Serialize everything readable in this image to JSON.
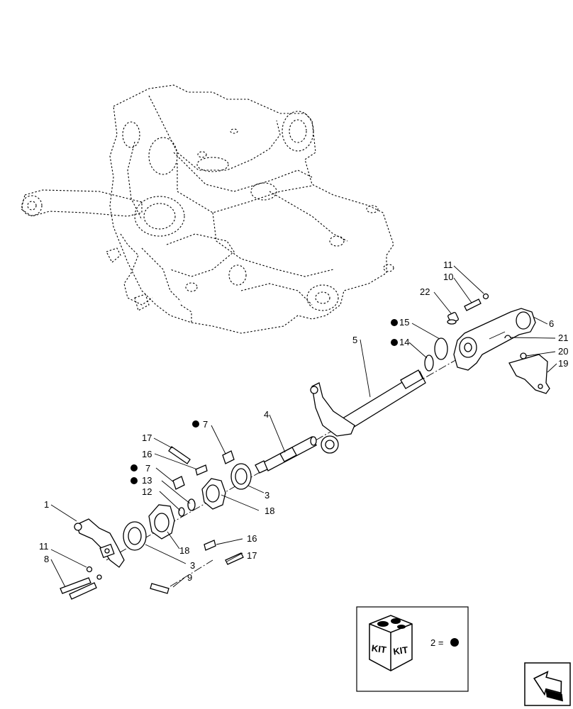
{
  "labels": [
    {
      "id": "p1",
      "text": "1"
    },
    {
      "id": "p3a",
      "text": "3"
    },
    {
      "id": "p3b",
      "text": "3"
    },
    {
      "id": "p4",
      "text": "4"
    },
    {
      "id": "p5",
      "text": "5"
    },
    {
      "id": "p6",
      "text": "6"
    },
    {
      "id": "p7a",
      "text": "7"
    },
    {
      "id": "p7b",
      "text": "7"
    },
    {
      "id": "p8",
      "text": "8"
    },
    {
      "id": "p9",
      "text": "9"
    },
    {
      "id": "p10",
      "text": "10"
    },
    {
      "id": "p11a",
      "text": "11"
    },
    {
      "id": "p11b",
      "text": "11"
    },
    {
      "id": "p12",
      "text": "12"
    },
    {
      "id": "p13",
      "text": "13"
    },
    {
      "id": "p14",
      "text": "14"
    },
    {
      "id": "p15",
      "text": "15"
    },
    {
      "id": "p16a",
      "text": "16"
    },
    {
      "id": "p16b",
      "text": "16"
    },
    {
      "id": "p17a",
      "text": "17"
    },
    {
      "id": "p17b",
      "text": "17"
    },
    {
      "id": "p18a",
      "text": "18"
    },
    {
      "id": "p18b",
      "text": "18"
    },
    {
      "id": "p19",
      "text": "19"
    },
    {
      "id": "p20",
      "text": "20"
    },
    {
      "id": "p21",
      "text": "21"
    },
    {
      "id": "p22",
      "text": "22"
    }
  ],
  "kit_legend": {
    "kit_word": "KIT",
    "text": "2 ="
  },
  "icons": {
    "kit": "kit-box-icon",
    "nav": "next-page-arrow-icon"
  }
}
